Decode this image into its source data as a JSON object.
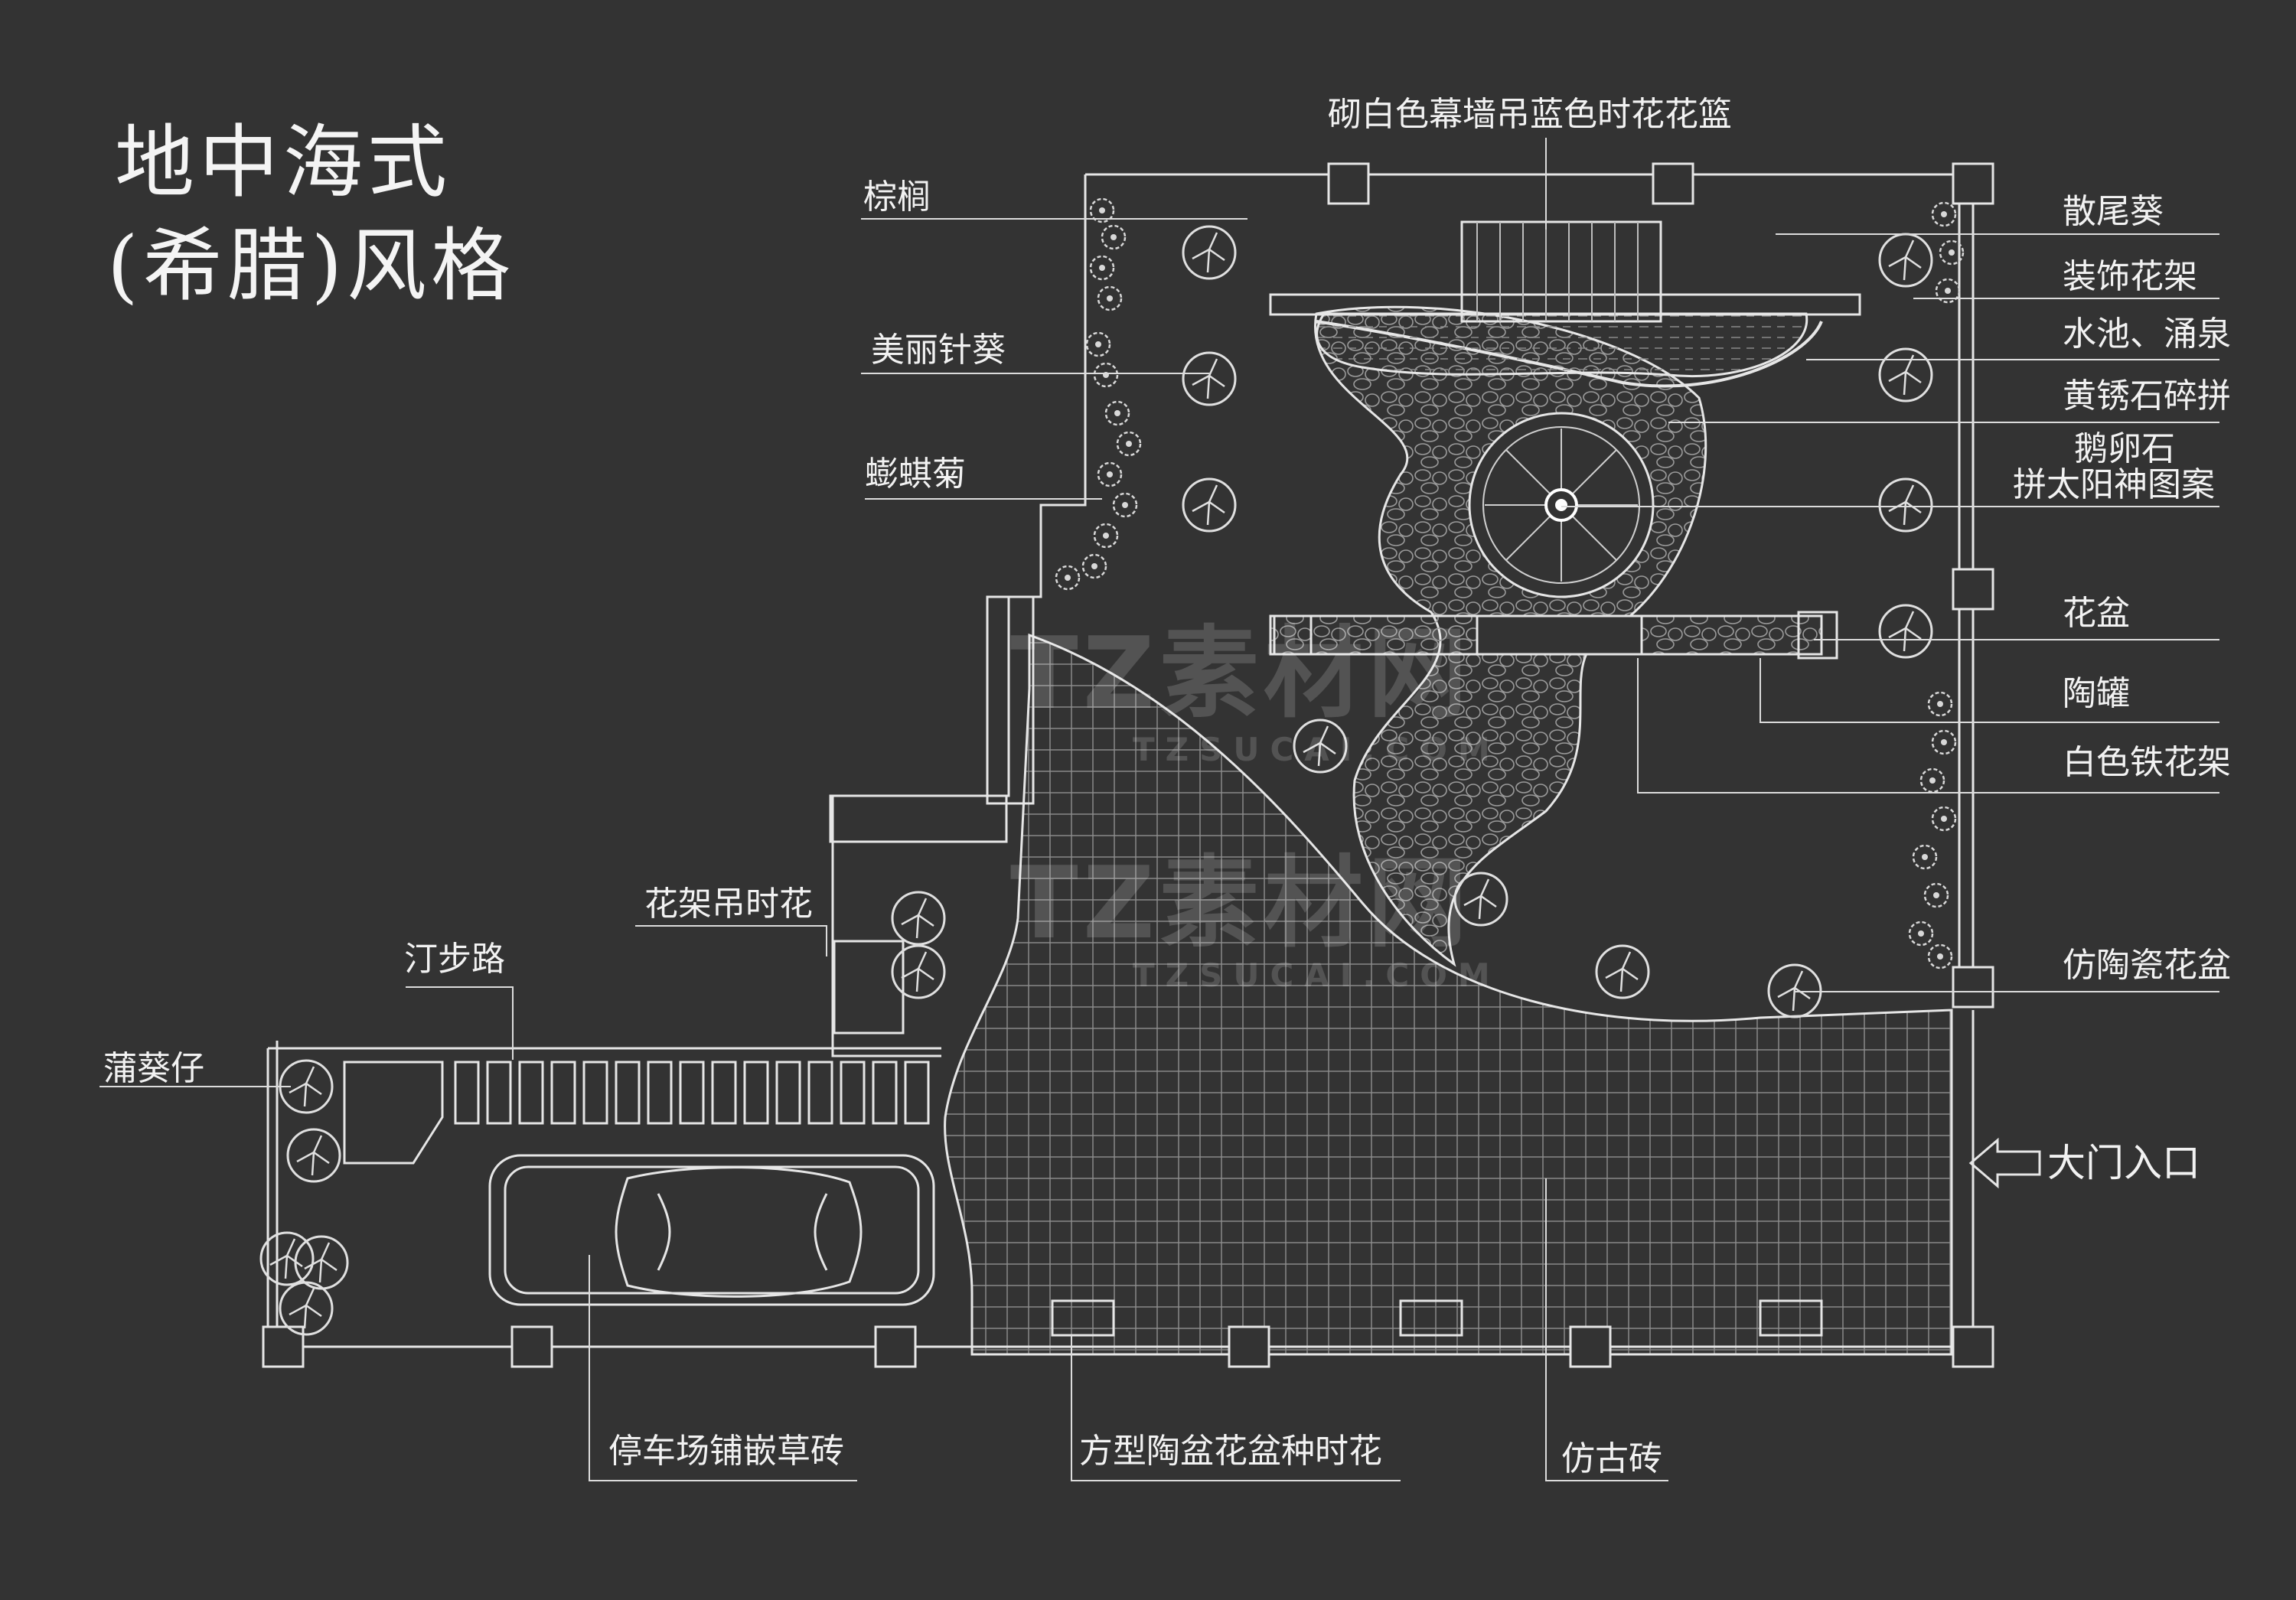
{
  "title": {
    "line1": "地中海式",
    "line2": "(希腊)风格"
  },
  "labels": {
    "hanging_basket": "砌白色幕墙吊蓝色时花花篮",
    "palm": "棕榈",
    "yucca": "美丽针葵",
    "wedelia": "蟛蜞菊",
    "flower_rack_hanging": "花架吊时花",
    "stepping_path": "汀步路",
    "livistona": "蒲葵仔",
    "fan_palm": "散尾葵",
    "decor_rack": "装饰花架",
    "pool_fountain": "水池、涌泉",
    "yellow_stone": "黄锈石碎拼",
    "pebble_line1": "鹅卵石",
    "pebble_line2": "拼太阳神图案",
    "flower_pot": "花盆",
    "pottery_jar": "陶罐",
    "white_iron_rack": "白色铁花架",
    "faux_ceramic_pot": "仿陶瓷花盆",
    "gate_entrance": "大门入口",
    "parking_grass_brick": "停车场铺嵌草砖",
    "square_pottery_pot": "方型陶盆花盆种时花",
    "antique_brick": "仿古砖"
  },
  "watermark": {
    "cn": "TZ素材网",
    "url": "TZSUCAI.COM"
  },
  "colors": {
    "background": "#333333",
    "line": "#e6e6e6"
  }
}
